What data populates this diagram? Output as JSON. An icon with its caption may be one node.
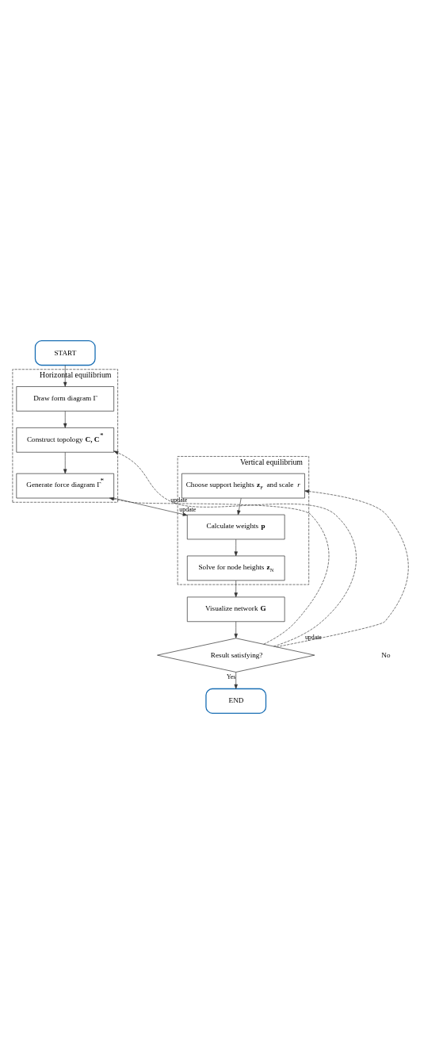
{
  "diagram": {
    "nodes": [
      {
        "text": [
          "START"
        ]
      },
      {
        "text": [
          "Horizontal equilibrium"
        ]
      },
      {
        "text": [
          "Draw form diagram Γ"
        ],
        "in": 1
      },
      {
        "text": [
          "Construct topology **C, C**$^{*}$"
        ],
        "in": 1
      },
      {
        "text": [
          "Generate force diagram Γ$^{*}$"
        ],
        "in": 1
      },
      {
        "text": [
          "Vertical equilibrium"
        ]
      },
      {
        "text": [
          "Choose support heights **z**$_{F}$ and scale *r*"
        ],
        "in": 5
      },
      {
        "text": [
          "Calculate weights **p**"
        ],
        "in": 5
      },
      {
        "text": [
          "Solve for node heights **z**$_{N}$"
        ],
        "in": 5
      },
      {
        "text": [
          "Visualize network **G**"
        ]
      },
      {
        "text": [
          "Result satisfying?"
        ]
      },
      {
        "text": [
          "END"
        ]
      }
    ],
    "edges": [
      {
        "from": 0,
        "to": 2,
        "arrow": "to"
      },
      {
        "from": 2,
        "to": 3,
        "arrow": "to"
      },
      {
        "from": 3,
        "to": 4,
        "arrow": "to"
      },
      {
        "from": 4,
        "to": 7,
        "arrow": "to"
      },
      {
        "from": 6,
        "to": 7,
        "arrow": "to"
      },
      {
        "from": 7,
        "to": 8,
        "arrow": "to"
      },
      {
        "from": 8,
        "to": 9,
        "arrow": "to"
      },
      {
        "from": 9,
        "to": 10,
        "arrow": "to"
      },
      {
        "from": 10,
        "to": 11,
        "arrow": "to",
        "label": "Yes"
      },
      {
        "from": 10,
        "to": 3,
        "arrow": "to",
        "style": "dashed",
        "label": "update"
      },
      {
        "from": 10,
        "to": 4,
        "arrow": "to",
        "style": "dashed",
        "label": "update"
      },
      {
        "from": 10,
        "to": 6,
        "arrow": "to",
        "style": "dashed",
        "label": "update"
      }
    ],
    "labels": [
      "No"
    ]
  }
}
